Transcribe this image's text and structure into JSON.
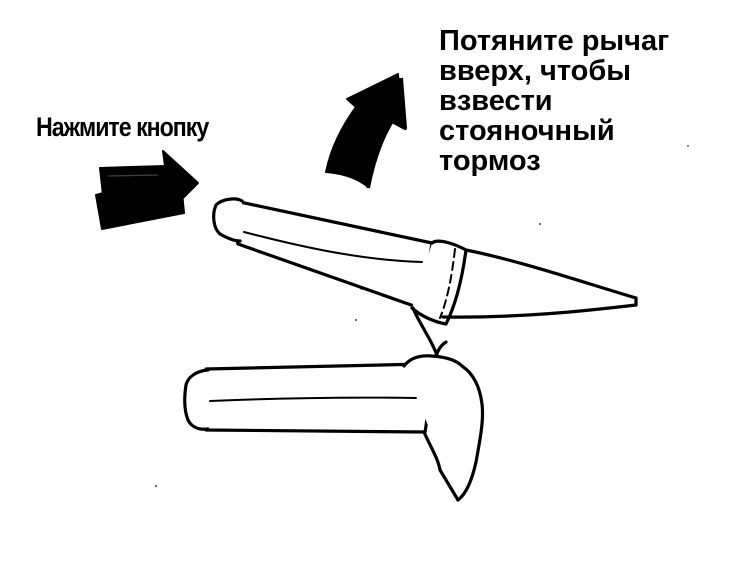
{
  "labels": {
    "press_button": "Нажмите кнопку",
    "pull_lever": [
      "Потяните рычаг",
      "вверх, чтобы",
      "взвести",
      "стояночный",
      "тормоз"
    ]
  },
  "colors": {
    "ink": "#000000",
    "paper": "#ffffff"
  },
  "icons": {
    "press_arrow": "right-arrow-icon",
    "pull_arrow": "curved-up-arrow-icon"
  }
}
